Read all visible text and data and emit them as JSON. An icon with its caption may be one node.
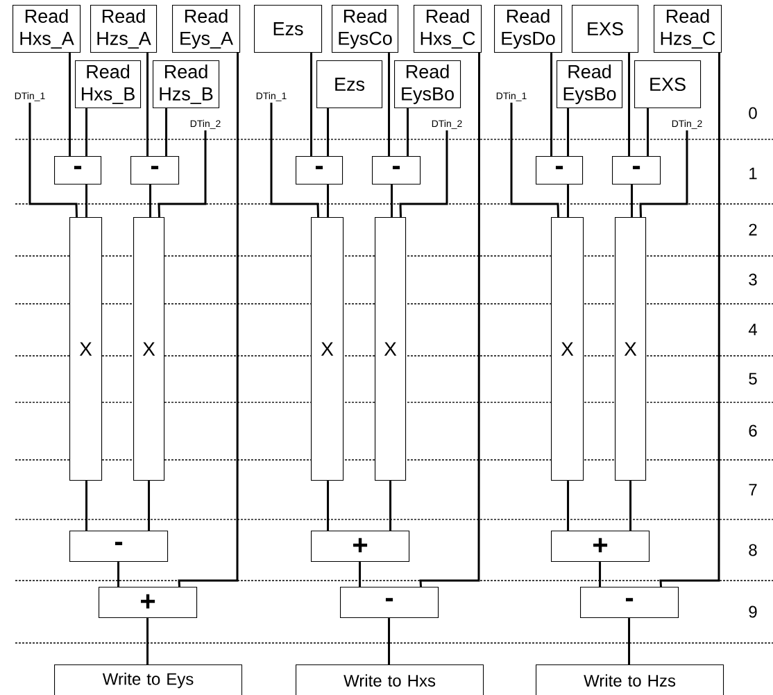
{
  "diagram": {
    "nodes": [
      {
        "text": [
          "Read Hxs_A"
        ]
      },
      {
        "text": [
          "Read Hzs_A"
        ]
      },
      {
        "text": [
          "Read Eys_A"
        ]
      },
      {
        "text": [
          "Read Hxs_B"
        ]
      },
      {
        "text": [
          "Read Hzs_B"
        ]
      },
      {
        "text": [
          "DTin_1"
        ]
      },
      {
        "text": [
          "DTin_2"
        ]
      },
      {
        "text": [
          "-"
        ]
      },
      {
        "text": [
          "-"
        ]
      },
      {
        "text": [
          "X"
        ]
      },
      {
        "text": [
          "X"
        ]
      },
      {
        "text": [
          "-"
        ]
      },
      {
        "text": [
          "+"
        ]
      },
      {
        "text": [
          "Write to Eys"
        ]
      },
      {
        "text": [
          "Ezs"
        ]
      },
      {
        "text": [
          "Read EysCo"
        ]
      },
      {
        "text": [
          "Read Hxs_C"
        ]
      },
      {
        "text": [
          "Ezs"
        ]
      },
      {
        "text": [
          "Read EysBo"
        ]
      },
      {
        "text": [
          "DTin_1"
        ]
      },
      {
        "text": [
          "DTin_2"
        ]
      },
      {
        "text": [
          "-"
        ]
      },
      {
        "text": [
          "-"
        ]
      },
      {
        "text": [
          "X"
        ]
      },
      {
        "text": [
          "X"
        ]
      },
      {
        "text": [
          "+"
        ]
      },
      {
        "text": [
          "-"
        ]
      },
      {
        "text": [
          "Write to Hxs"
        ]
      },
      {
        "text": [
          "Read EysDo"
        ]
      },
      {
        "text": [
          "EXS"
        ]
      },
      {
        "text": [
          "Read Hzs_C"
        ]
      },
      {
        "text": [
          "Read EysBo"
        ]
      },
      {
        "text": [
          "EXS"
        ]
      },
      {
        "text": [
          "DTin_1"
        ]
      },
      {
        "text": [
          "DTin_2"
        ]
      },
      {
        "text": [
          "-"
        ]
      },
      {
        "text": [
          "-"
        ]
      },
      {
        "text": [
          "X"
        ]
      },
      {
        "text": [
          "X"
        ]
      },
      {
        "text": [
          "+"
        ]
      },
      {
        "text": [
          "-"
        ]
      },
      {
        "text": [
          "Write to Hzs"
        ]
      }
    ],
    "edges": [
      {
        "from": 0,
        "to": 7,
        "arrow": "none"
      },
      {
        "from": 3,
        "to": 7,
        "arrow": "none"
      },
      {
        "from": 1,
        "to": 8,
        "arrow": "none"
      },
      {
        "from": 4,
        "to": 8,
        "arrow": "none"
      },
      {
        "from": 7,
        "to": 9,
        "arrow": "none"
      },
      {
        "from": 5,
        "to": 9,
        "arrow": "none"
      },
      {
        "from": 8,
        "to": 10,
        "arrow": "none"
      },
      {
        "from": 6,
        "to": 10,
        "arrow": "none"
      },
      {
        "from": 9,
        "to": 11,
        "arrow": "none"
      },
      {
        "from": 10,
        "to": 11,
        "arrow": "none"
      },
      {
        "from": 11,
        "to": 12,
        "arrow": "none"
      },
      {
        "from": 2,
        "to": 12,
        "arrow": "none"
      },
      {
        "from": 12,
        "to": 13,
        "arrow": "none"
      },
      {
        "from": 14,
        "to": 21,
        "arrow": "none"
      },
      {
        "from": 17,
        "to": 21,
        "arrow": "none"
      },
      {
        "from": 15,
        "to": 22,
        "arrow": "none"
      },
      {
        "from": 18,
        "to": 22,
        "arrow": "none"
      },
      {
        "from": 21,
        "to": 23,
        "arrow": "none"
      },
      {
        "from": 19,
        "to": 23,
        "arrow": "none"
      },
      {
        "from": 22,
        "to": 24,
        "arrow": "none"
      },
      {
        "from": 20,
        "to": 24,
        "arrow": "none"
      },
      {
        "from": 23,
        "to": 25,
        "arrow": "none"
      },
      {
        "from": 24,
        "to": 25,
        "arrow": "none"
      },
      {
        "from": 25,
        "to": 26,
        "arrow": "none"
      },
      {
        "from": 16,
        "to": 26,
        "arrow": "none"
      },
      {
        "from": 26,
        "to": 27,
        "arrow": "none"
      },
      {
        "from": 28,
        "to": 35,
        "arrow": "none"
      },
      {
        "from": 31,
        "to": 35,
        "arrow": "none"
      },
      {
        "from": 29,
        "to": 36,
        "arrow": "none"
      },
      {
        "from": 32,
        "to": 36,
        "arrow": "none"
      },
      {
        "from": 35,
        "to": 37,
        "arrow": "none"
      },
      {
        "from": 33,
        "to": 37,
        "arrow": "none"
      },
      {
        "from": 36,
        "to": 38,
        "arrow": "none"
      },
      {
        "from": 34,
        "to": 38,
        "arrow": "none"
      },
      {
        "from": 37,
        "to": 39,
        "arrow": "none"
      },
      {
        "from": 38,
        "to": 39,
        "arrow": "none"
      },
      {
        "from": 39,
        "to": 40,
        "arrow": "none"
      },
      {
        "from": 30,
        "to": 40,
        "arrow": "none"
      },
      {
        "from": 40,
        "to": 41,
        "arrow": "none"
      }
    ],
    "labels": [
      "0",
      "1",
      "2",
      "3",
      "4",
      "5",
      "6",
      "7",
      "8",
      "9"
    ]
  }
}
